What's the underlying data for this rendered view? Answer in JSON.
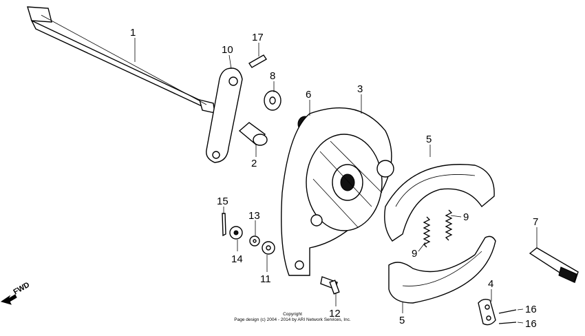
{
  "callouts": [
    {
      "id": "1",
      "label": "1"
    },
    {
      "id": "2",
      "label": "2"
    },
    {
      "id": "3",
      "label": "3"
    },
    {
      "id": "4",
      "label": "4"
    },
    {
      "id": "5a",
      "label": "5"
    },
    {
      "id": "5b",
      "label": "5"
    },
    {
      "id": "6",
      "label": "6"
    },
    {
      "id": "7",
      "label": "7"
    },
    {
      "id": "8",
      "label": "8"
    },
    {
      "id": "9a",
      "label": "9"
    },
    {
      "id": "9b",
      "label": "9"
    },
    {
      "id": "10",
      "label": "10"
    },
    {
      "id": "11",
      "label": "11"
    },
    {
      "id": "12",
      "label": "12"
    },
    {
      "id": "13",
      "label": "13"
    },
    {
      "id": "14",
      "label": "14"
    },
    {
      "id": "15",
      "label": "15"
    },
    {
      "id": "16a",
      "label": "16"
    },
    {
      "id": "16b",
      "label": "16"
    },
    {
      "id": "17",
      "label": "17"
    }
  ],
  "direction_label": "FWD",
  "copyright": {
    "line1": "Copyright",
    "line2": "Page design (c) 2004 - 2014 by ARI Network Services, Inc."
  }
}
